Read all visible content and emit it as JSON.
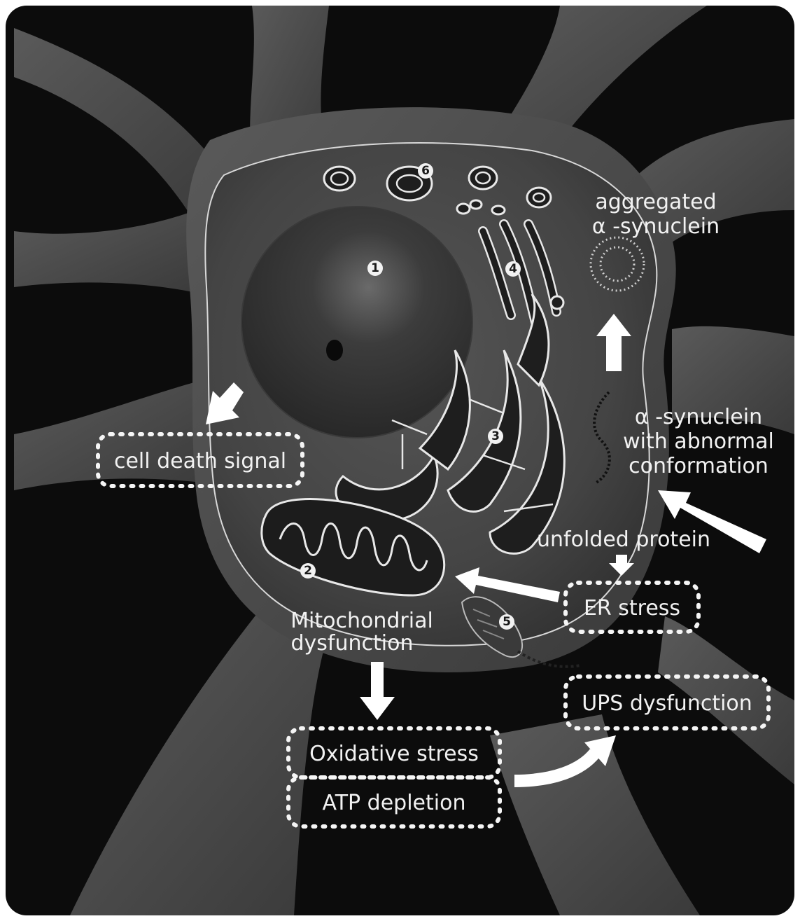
{
  "labels": {
    "aggregated_line1": "aggregated",
    "aggregated_line2": "α -synuclein",
    "abnormal_line1": "α -synuclein",
    "abnormal_line2": "with abnormal",
    "abnormal_line3": "conformation",
    "unfolded_protein": "unfolded protein",
    "cell_death_signal": "cell death signal",
    "er_stress": "ER stress",
    "mito_line1": "Mitochondrial",
    "mito_line2": "dysfunction",
    "ups_dysfunction": "UPS dysfunction",
    "oxidative_stress": "Oxidative stress",
    "atp_depletion": "ATP depletion"
  },
  "markers": {
    "nucleus": "1",
    "mitochondrion": "2",
    "er": "3",
    "golgi": "4",
    "proteasome": "5",
    "lysosome": "6"
  },
  "colors": {
    "background": "#0c0c0c",
    "cell_body": "#4a4a4a",
    "membrane": "#d8d8d8",
    "label_text": "#f2f2f2",
    "arrow": "#ffffff"
  }
}
